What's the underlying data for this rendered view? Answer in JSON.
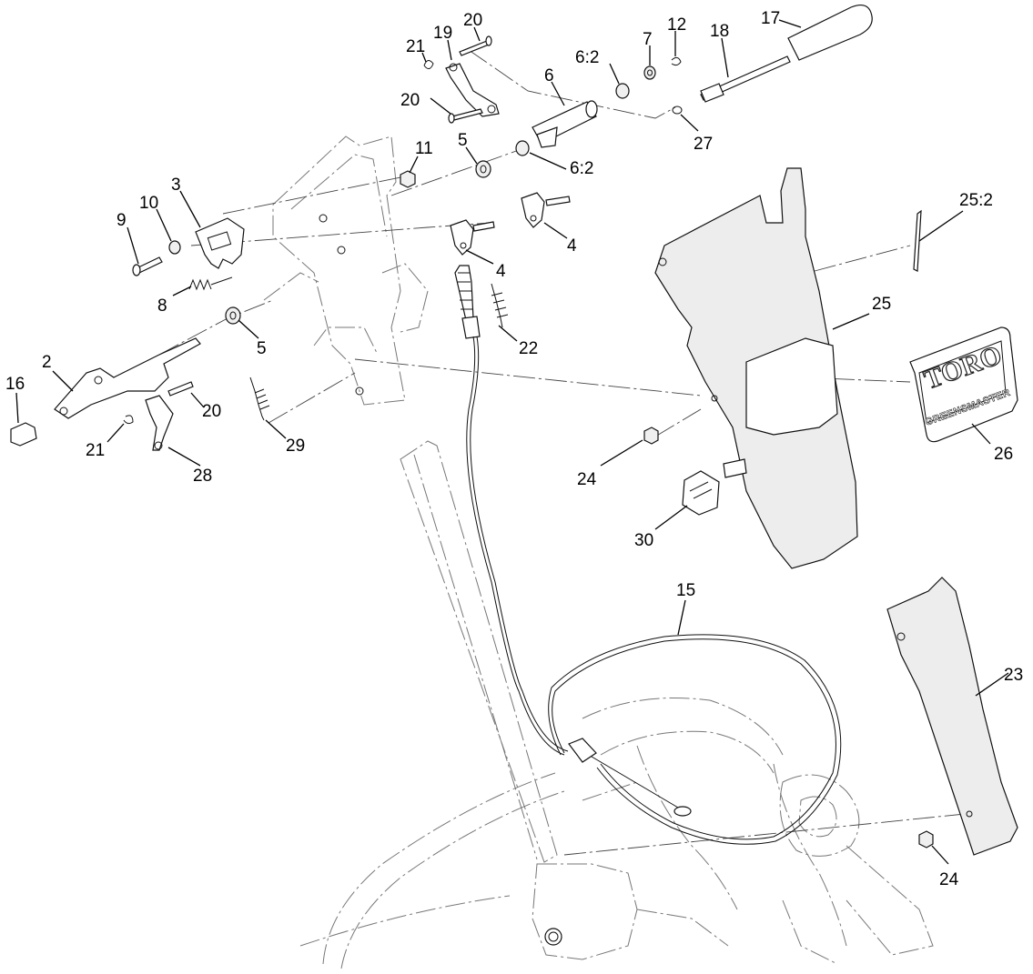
{
  "callouts": [
    {
      "id": "c21a",
      "text": "21"
    },
    {
      "id": "c19",
      "text": "19"
    },
    {
      "id": "c20a",
      "text": "20"
    },
    {
      "id": "c20b",
      "text": "20"
    },
    {
      "id": "c6",
      "text": "6"
    },
    {
      "id": "c62a",
      "text": "6:2"
    },
    {
      "id": "c7",
      "text": "7"
    },
    {
      "id": "c12",
      "text": "12"
    },
    {
      "id": "c18",
      "text": "18"
    },
    {
      "id": "c17",
      "text": "17"
    },
    {
      "id": "c27",
      "text": "27"
    },
    {
      "id": "c5a",
      "text": "5"
    },
    {
      "id": "c62b",
      "text": "6:2"
    },
    {
      "id": "c11",
      "text": "11"
    },
    {
      "id": "c9",
      "text": "9"
    },
    {
      "id": "c10",
      "text": "10"
    },
    {
      "id": "c3",
      "text": "3"
    },
    {
      "id": "c4a",
      "text": "4"
    },
    {
      "id": "c4b",
      "text": "4"
    },
    {
      "id": "c252",
      "text": "25:2"
    },
    {
      "id": "c8",
      "text": "8"
    },
    {
      "id": "c5b",
      "text": "5"
    },
    {
      "id": "c22",
      "text": "22"
    },
    {
      "id": "c25",
      "text": "25"
    },
    {
      "id": "c2",
      "text": "2"
    },
    {
      "id": "c16",
      "text": "16"
    },
    {
      "id": "c20c",
      "text": "20"
    },
    {
      "id": "c21b",
      "text": "21"
    },
    {
      "id": "c28",
      "text": "28"
    },
    {
      "id": "c29",
      "text": "29"
    },
    {
      "id": "c26",
      "text": "26"
    },
    {
      "id": "c24a",
      "text": "24"
    },
    {
      "id": "c30",
      "text": "30"
    },
    {
      "id": "c15",
      "text": "15"
    },
    {
      "id": "c23",
      "text": "23"
    },
    {
      "id": "c24b",
      "text": "24"
    }
  ],
  "logo": {
    "brand": "TORO",
    "model": "GREENSMASTER"
  }
}
